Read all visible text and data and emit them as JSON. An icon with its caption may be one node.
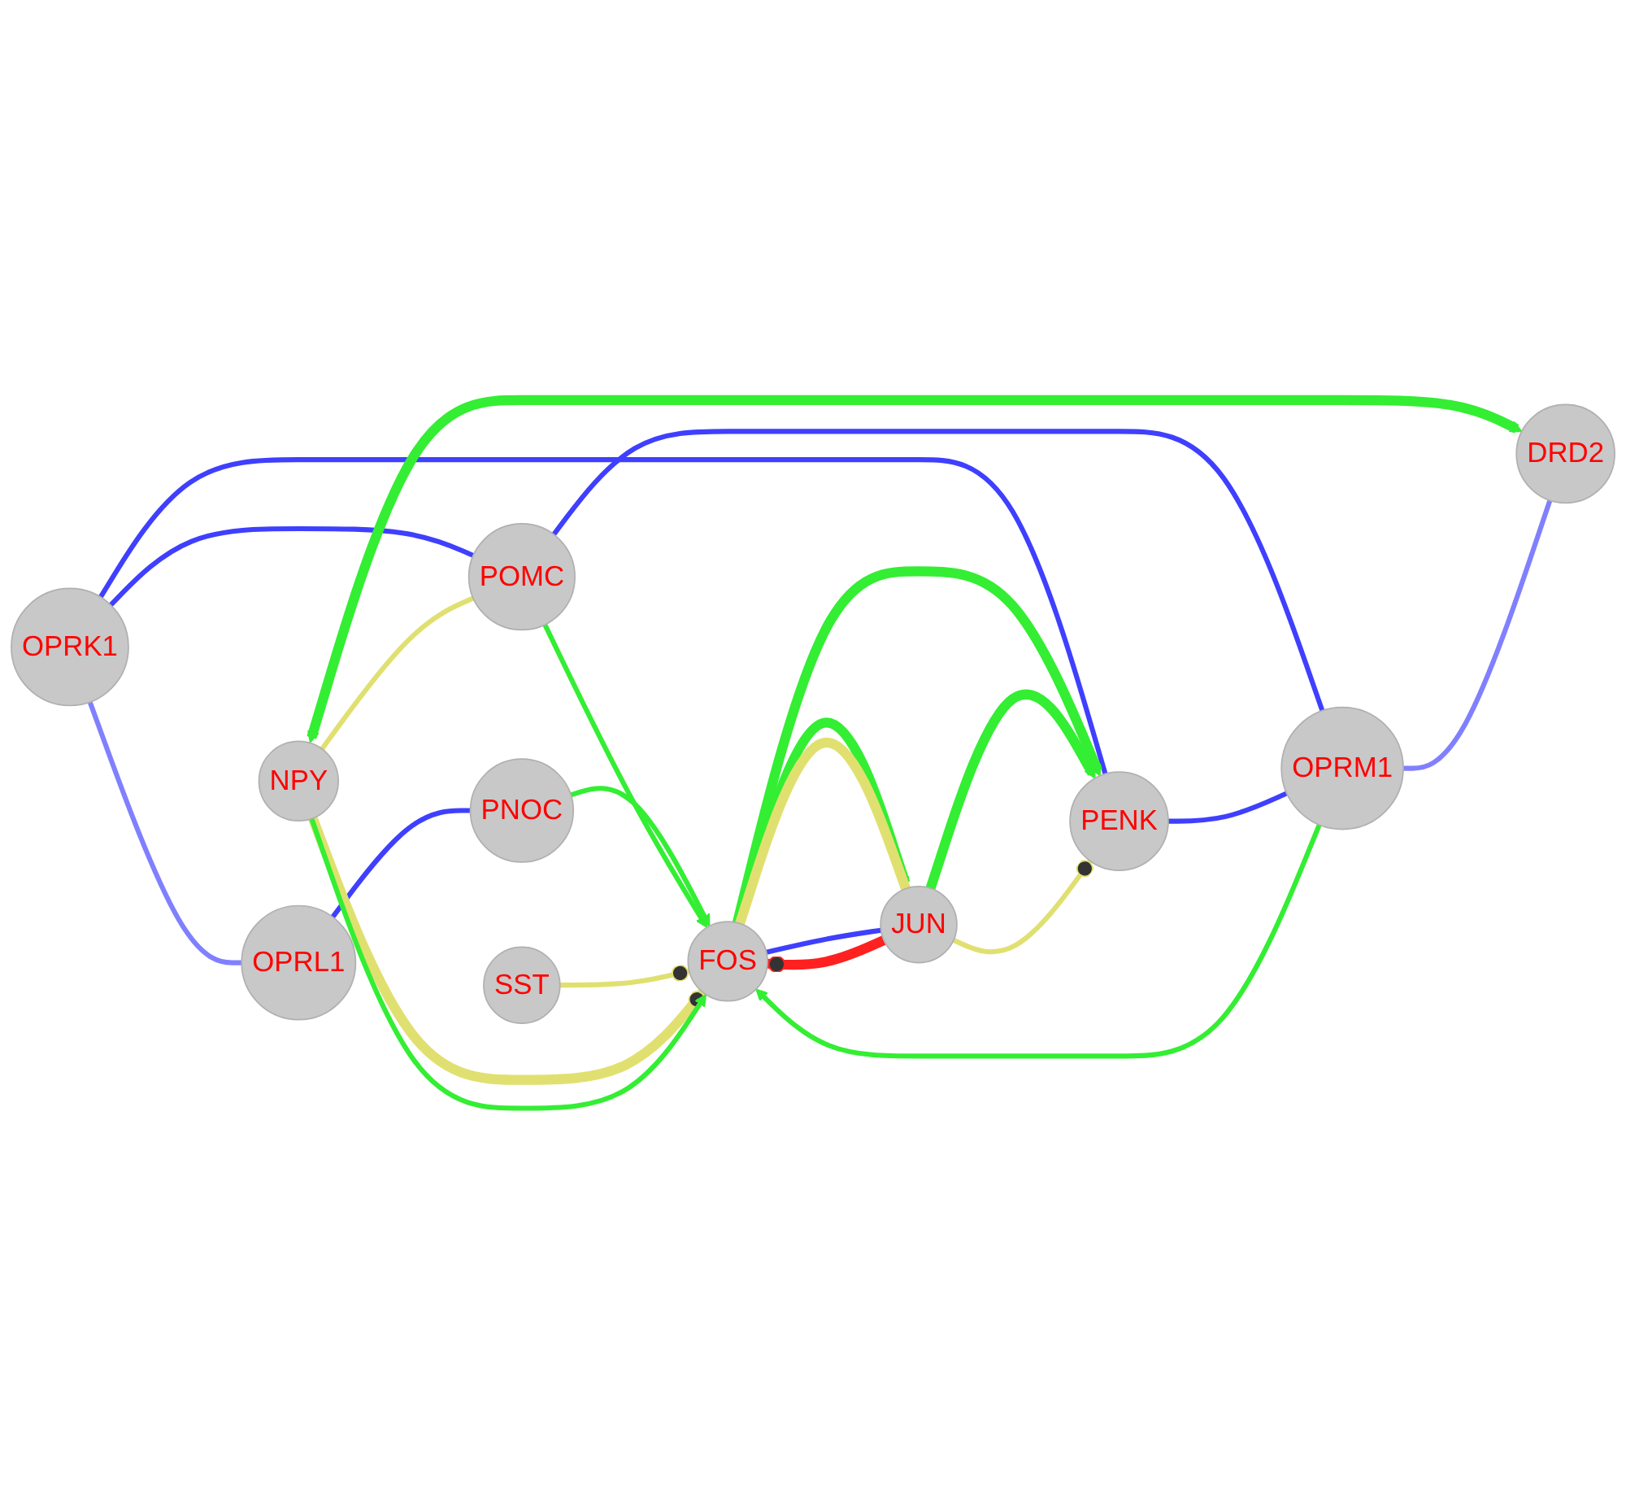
{
  "diagram": {
    "nodes": [
      {
        "text": [
          "OPRK1"
        ]
      },
      {
        "text": [
          "POMC"
        ]
      },
      {
        "text": [
          "OPRL1"
        ]
      },
      {
        "text": [
          "PNOC"
        ]
      },
      {
        "text": [
          "PENK"
        ]
      },
      {
        "text": [
          "SST"
        ]
      },
      {
        "text": [
          "FOS"
        ]
      },
      {
        "text": [
          "OPRM1"
        ]
      },
      {
        "text": [
          "JUN"
        ]
      },
      {
        "text": [
          "NPY"
        ]
      },
      {
        "text": [
          "DRD2"
        ]
      }
    ],
    "edges": [
      {
        "from": 0,
        "to": 2,
        "arrow": "none",
        "color": "#8080ff"
      },
      {
        "from": 0,
        "to": 1,
        "arrow": "none",
        "color": "#3f3fff"
      },
      {
        "from": 0,
        "to": 4,
        "arrow": "none",
        "color": "#3f3fff"
      },
      {
        "from": 1,
        "to": 7,
        "arrow": "none",
        "color": "#3f3fff"
      },
      {
        "from": 2,
        "to": 3,
        "arrow": "none",
        "color": "#3f3fff"
      },
      {
        "from": 3,
        "to": 6,
        "arrow": "to"
      },
      {
        "from": 1,
        "to": 6,
        "arrow": "to"
      },
      {
        "from": 6,
        "to": 4,
        "arrow": "to",
        "style": "thick"
      },
      {
        "from": 5,
        "to": 6,
        "arrow": "other",
        "color": "#e0e070"
      },
      {
        "from": 7,
        "to": 6,
        "arrow": "to"
      },
      {
        "from": 4,
        "to": 7,
        "arrow": "none",
        "color": "#3f3fff"
      },
      {
        "from": 6,
        "to": 8,
        "arrow": "to",
        "style": "thick"
      },
      {
        "from": 6,
        "to": 8,
        "arrow": "none",
        "style": "thick",
        "color": "#e0e070"
      },
      {
        "from": 6,
        "to": 8,
        "arrow": "none",
        "color": "#3f3fff"
      },
      {
        "from": 8,
        "to": 6,
        "arrow": "other",
        "style": "thick",
        "color": "#ff2020"
      },
      {
        "from": 8,
        "to": 4,
        "arrow": "to",
        "style": "thick"
      },
      {
        "from": 8,
        "to": 4,
        "arrow": "other",
        "color": "#e0e070"
      },
      {
        "from": 9,
        "to": 6,
        "arrow": "other",
        "style": "thick",
        "color": "#e0e070"
      },
      {
        "from": 9,
        "to": 6,
        "arrow": "to"
      },
      {
        "from": 9,
        "to": 1,
        "arrow": "none",
        "color": "#e0e070"
      },
      {
        "from": 9,
        "to": 10,
        "arrow": "both",
        "style": "thick"
      },
      {
        "from": 7,
        "to": 10,
        "arrow": "none",
        "color": "#8080ff"
      }
    ]
  }
}
